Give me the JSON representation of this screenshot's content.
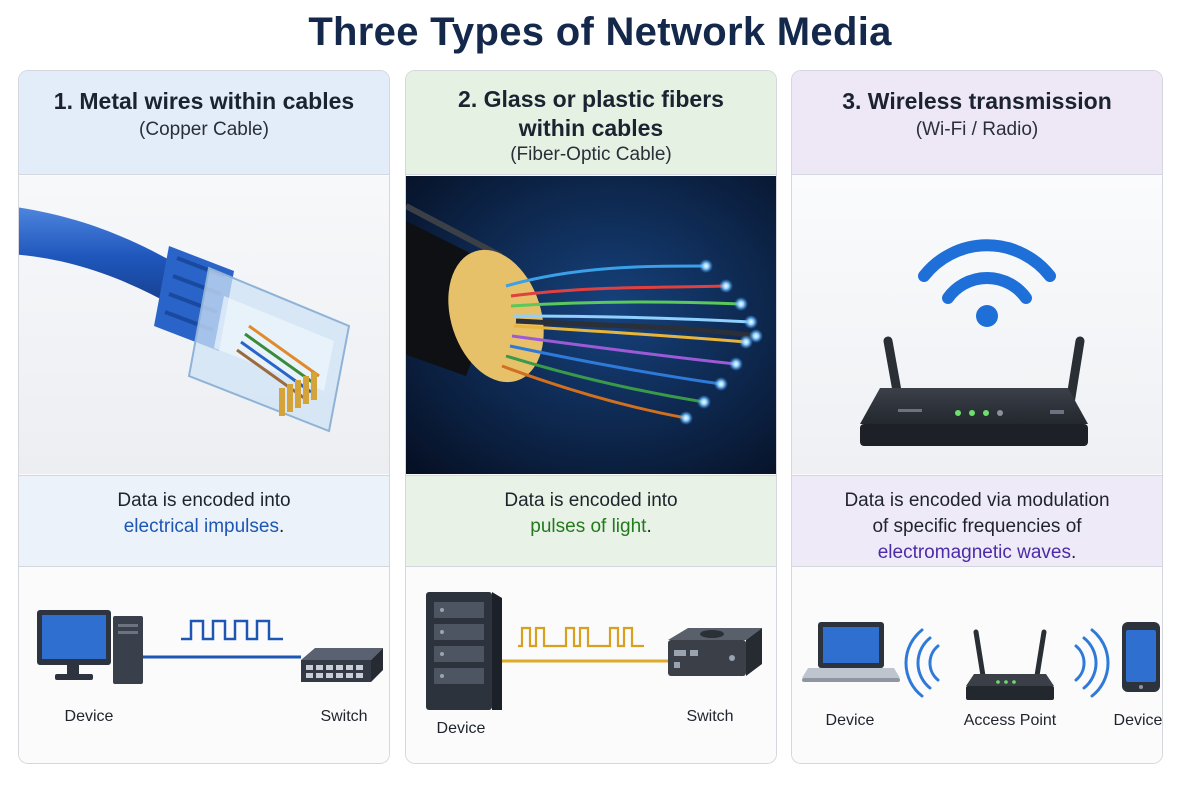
{
  "title": "Three Types of Network Media",
  "cards": [
    {
      "title": "1. Metal wires within cables",
      "subtitle": "(Copper Cable)",
      "desc_line1": "Data is encoded into",
      "desc_highlight": "electrical impulses",
      "desc_end": ".",
      "labels": [
        "Device",
        "Switch"
      ],
      "accent": "#1e56b4"
    },
    {
      "title_line1": "2. Glass or plastic fibers",
      "title_line2": "within cables",
      "subtitle": "(Fiber-Optic Cable)",
      "desc_line1": "Data is encoded into",
      "desc_highlight": "pulses of light",
      "desc_end": ".",
      "labels": [
        "Device",
        "Switch"
      ],
      "accent": "#237a1d"
    },
    {
      "title": "3. Wireless transmission",
      "subtitle": "(Wi-Fi / Radio)",
      "desc_line1": "Data is encoded via modulation",
      "desc_line2": "of specific frequencies of",
      "desc_highlight": "electromagnetic waves",
      "desc_end": ".",
      "labels": [
        "Device",
        "Access Point",
        "Device"
      ],
      "accent": "#4b2ba8"
    }
  ]
}
